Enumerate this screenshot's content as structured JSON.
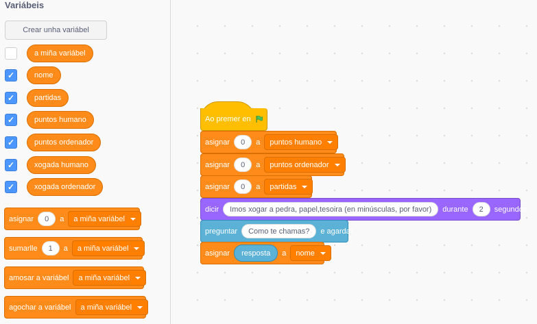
{
  "sidebar": {
    "title": "Variábeis",
    "create_button": "Crear unha variábel",
    "variables": [
      {
        "name": "a miña variábel",
        "checked": false
      },
      {
        "name": "nome",
        "checked": true
      },
      {
        "name": "partidas",
        "checked": true
      },
      {
        "name": "puntos humano",
        "checked": true
      },
      {
        "name": "puntos ordenador",
        "checked": true
      },
      {
        "name": "xogada humano",
        "checked": true
      },
      {
        "name": "xogada ordenador",
        "checked": true
      }
    ],
    "palette": {
      "set": {
        "label": "asignar",
        "value": "0",
        "to": "a",
        "var": "a miña variábel"
      },
      "change": {
        "label": "sumarlle",
        "value": "1",
        "to": "a",
        "var": "a miña variábel"
      },
      "show": {
        "label": "amosar a variábel",
        "var": "a miña variábel"
      },
      "hide": {
        "label": "agochar a variábel",
        "var": "a miña variábel"
      }
    }
  },
  "script": {
    "hat": {
      "label": "Ao premer en",
      "icon": "green-flag-icon"
    },
    "set1": {
      "label": "asignar",
      "value": "0",
      "to": "a",
      "var": "puntos humano"
    },
    "set2": {
      "label": "asignar",
      "value": "0",
      "to": "a",
      "var": "puntos ordenador"
    },
    "set3": {
      "label": "asignar",
      "value": "0",
      "to": "a",
      "var": "partidas"
    },
    "say": {
      "label": "dicir",
      "text": "Imos xogar a pedra, papel,tesoira (en minúsculas, por favor)",
      "during": "durante",
      "secs": "2",
      "unit": "segundos"
    },
    "ask": {
      "label": "preguntar",
      "text": "Como te chamas?",
      "wait": "e agardar"
    },
    "set4": {
      "label": "asignar",
      "reporter": "resposta",
      "to": "a",
      "var": "nome"
    }
  },
  "colors": {
    "variables": "#ff8c1a",
    "events": "#ffbf00",
    "looks": "#9966ff",
    "sensing": "#5cb1d6",
    "checkbox": "#4c97ff"
  }
}
